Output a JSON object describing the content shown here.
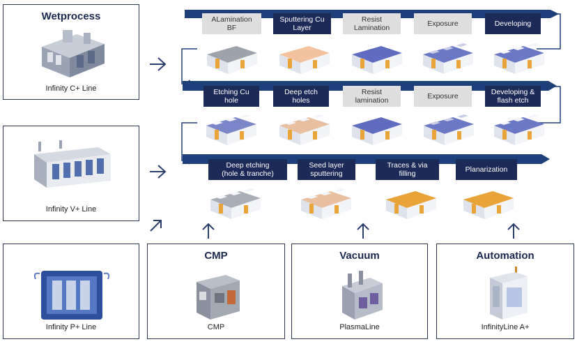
{
  "equipment": {
    "wetprocess": {
      "title": "Wetprocess",
      "caption": "Infinity C+ Line"
    },
    "infinity_v": {
      "caption": "Infinity V+ Line"
    },
    "infinity_p": {
      "caption": "Infinity P+ Line"
    },
    "cmp": {
      "title": "CMP",
      "caption": "CMP"
    },
    "vacuum": {
      "title": "Vacuum",
      "caption": "PlasmaLine"
    },
    "automation": {
      "title": "Automation",
      "caption": "InfinityLine A+"
    }
  },
  "process_rows": [
    {
      "steps": [
        {
          "label": "ALamination\nBF",
          "style": "light",
          "layer": "grey"
        },
        {
          "label": "Sputtering Cu\nLayer",
          "style": "dark",
          "layer": "copper"
        },
        {
          "label": "Resist\nLamination",
          "style": "light",
          "layer": "resist"
        },
        {
          "label": "Exposure",
          "style": "light",
          "layer": "exposed"
        },
        {
          "label": "Developing",
          "style": "dark",
          "layer": "developed"
        }
      ]
    },
    {
      "steps": [
        {
          "label": "Etching  Cu\nhole",
          "style": "dark",
          "layer": "etched"
        },
        {
          "label": "Deep etch\nholes",
          "style": "dark",
          "layer": "copper-etched"
        },
        {
          "label": "Resist\nlamination",
          "style": "light",
          "layer": "resist"
        },
        {
          "label": "Exposure",
          "style": "light",
          "layer": "exposed"
        },
        {
          "label": "Developing &\nflash etch",
          "style": "dark",
          "layer": "developed"
        }
      ]
    },
    {
      "steps": [
        {
          "label": "Deep etching\n(hole & tranche)",
          "style": "dark",
          "layer": "grey-etched"
        },
        {
          "label": "Seed layer\nsputtering",
          "style": "dark",
          "layer": "copper-etched"
        },
        {
          "label": "Traces & via\nfilling",
          "style": "dark",
          "layer": "orange"
        },
        {
          "label": "Planarization",
          "style": "dark",
          "layer": "planar"
        }
      ]
    }
  ],
  "colors": {
    "navy": "#1b2a57",
    "band": "#1f3f7a",
    "light_step": "#dedede",
    "copper": "#e9a43a",
    "resist": "#6b78c6",
    "substrate": "#eef1f5"
  }
}
